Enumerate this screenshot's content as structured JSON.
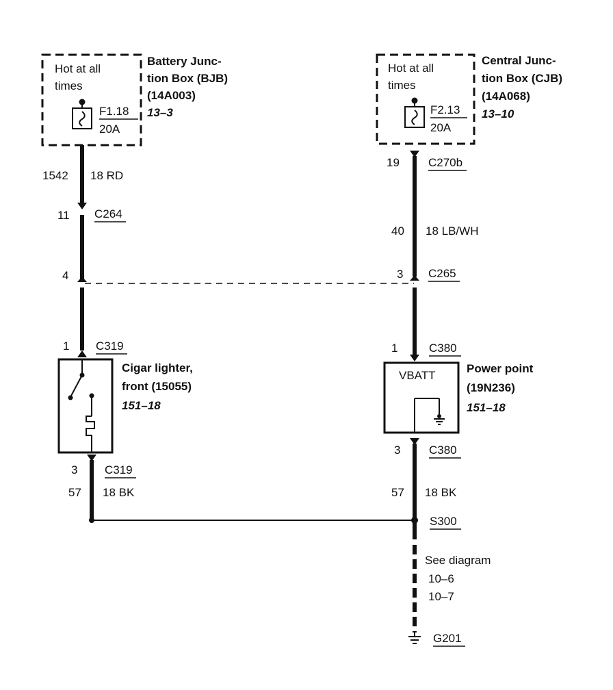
{
  "bjb": {
    "hot_line1": "Hot at all",
    "hot_line2": "times",
    "title_line1": "Battery Junc-",
    "title_line2": "tion Box (BJB)",
    "part": "(14A003)",
    "ref": "13–3",
    "fuse": "F1.18",
    "amps": "20A"
  },
  "cjb": {
    "hot_line1": "Hot at all",
    "hot_line2": "times",
    "title_line1": "Central Junc-",
    "title_line2": "tion Box (CJB)",
    "part": "(14A068)",
    "ref": "13–10",
    "fuse": "F2.13",
    "amps": "20A"
  },
  "left_circuit": {
    "circuit": "1542",
    "wire": "18 RD",
    "c264_pin": "11",
    "c264": "C264",
    "splice_pin": "4",
    "c319_top_pin": "1",
    "c319_top": "C319",
    "c319_bot_pin": "3",
    "c319_bot": "C319",
    "ground_circuit": "57",
    "ground_wire": "18 BK"
  },
  "cigar_lighter": {
    "title_line1": "Cigar lighter,",
    "title_line2": "front (15055)",
    "ref": "151–18"
  },
  "right_circuit": {
    "c270b_pin": "19",
    "c270b": "C270b",
    "circuit": "40",
    "wire": "18 LB/WH",
    "c265_pin": "3",
    "c265": "C265",
    "c380_top_pin": "1",
    "c380_top": "C380",
    "c380_bot_pin": "3",
    "c380_bot": "C380",
    "ground_circuit": "57",
    "ground_wire": "18 BK",
    "splice": "S300",
    "see_diagram": "See diagram",
    "see_ref1": "10–6",
    "see_ref2": "10–7",
    "ground": "G201"
  },
  "power_point": {
    "label": "VBATT",
    "title_line1": "Power point",
    "title_line2": "(19N236)",
    "ref": "151–18"
  }
}
